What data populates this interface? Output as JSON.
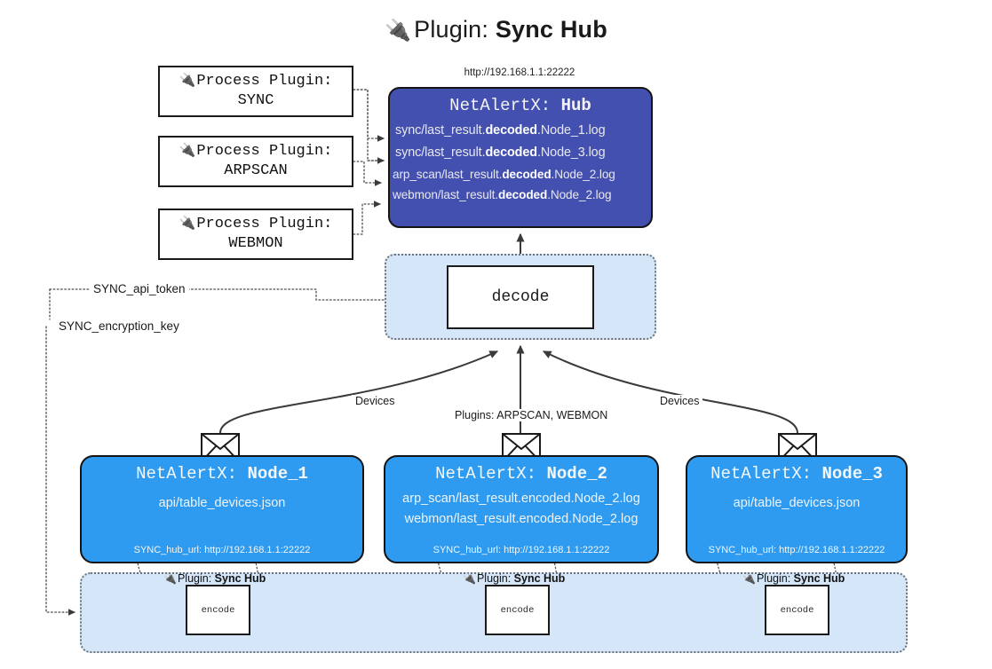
{
  "title": {
    "prefix": "Plugin:",
    "name": "Sync Hub",
    "icon": "plug-icon"
  },
  "hub": {
    "url": "http://192.168.1.1:22222",
    "title_prefix": "NetAlertX:",
    "title_name": "Hub",
    "lines": [
      {
        "pre": "sync/last_result.",
        "mid": "decoded",
        "post": ".Node_1.log"
      },
      {
        "pre": "sync/last_result.",
        "mid": "decoded",
        "post": ".Node_3.log"
      },
      {
        "pre": "arp_scan/last_result.",
        "mid": "decoded",
        "post": ".Node_2.log"
      },
      {
        "pre": "webmon/last_result.",
        "mid": "decoded",
        "post": ".Node_2.log"
      }
    ]
  },
  "process_plugins": [
    {
      "label": "Process Plugin:",
      "name": "SYNC"
    },
    {
      "label": "Process Plugin:",
      "name": "ARPSCAN"
    },
    {
      "label": "Process Plugin:",
      "name": "WEBMON"
    }
  ],
  "decode": {
    "label": "decode"
  },
  "tokens": {
    "api_token": "SYNC_api_token",
    "encryption_key": "SYNC_encryption_key"
  },
  "edge_labels": {
    "devices_left": "Devices",
    "devices_right": "Devices",
    "plugins": "Plugins: ARPSCAN, WEBMON"
  },
  "nodes": [
    {
      "title_prefix": "NetAlertX:",
      "title_name": "Node_1",
      "lines": [
        "api/table_devices.json"
      ],
      "hub_url": "SYNC_hub_url: http://192.168.1.1:22222",
      "plugin_tag_prefix": "Plugin:",
      "plugin_tag_name": "Sync Hub",
      "encode_label": "encode"
    },
    {
      "title_prefix": "NetAlertX:",
      "title_name": "Node_2",
      "lines": [
        "arp_scan/last_result.encoded.Node_2.log",
        "webmon/last_result.encoded.Node_2.log"
      ],
      "hub_url": "SYNC_hub_url: http://192.168.1.1:22222",
      "plugin_tag_prefix": "Plugin:",
      "plugin_tag_name": "Sync Hub",
      "encode_label": "encode"
    },
    {
      "title_prefix": "NetAlertX:",
      "title_name": "Node_3",
      "lines": [
        "api/table_devices.json"
      ],
      "hub_url": "SYNC_hub_url: http://192.168.1.1:22222",
      "plugin_tag_prefix": "Plugin:",
      "plugin_tag_name": "Sync Hub",
      "encode_label": "encode"
    }
  ],
  "colors": {
    "hub_fill": "#4350b0",
    "node_fill": "#2e9bf0",
    "container_fill": "#d4e6f8",
    "border": "#141414",
    "dotted": "#6d7279",
    "background": "#ffffff"
  }
}
